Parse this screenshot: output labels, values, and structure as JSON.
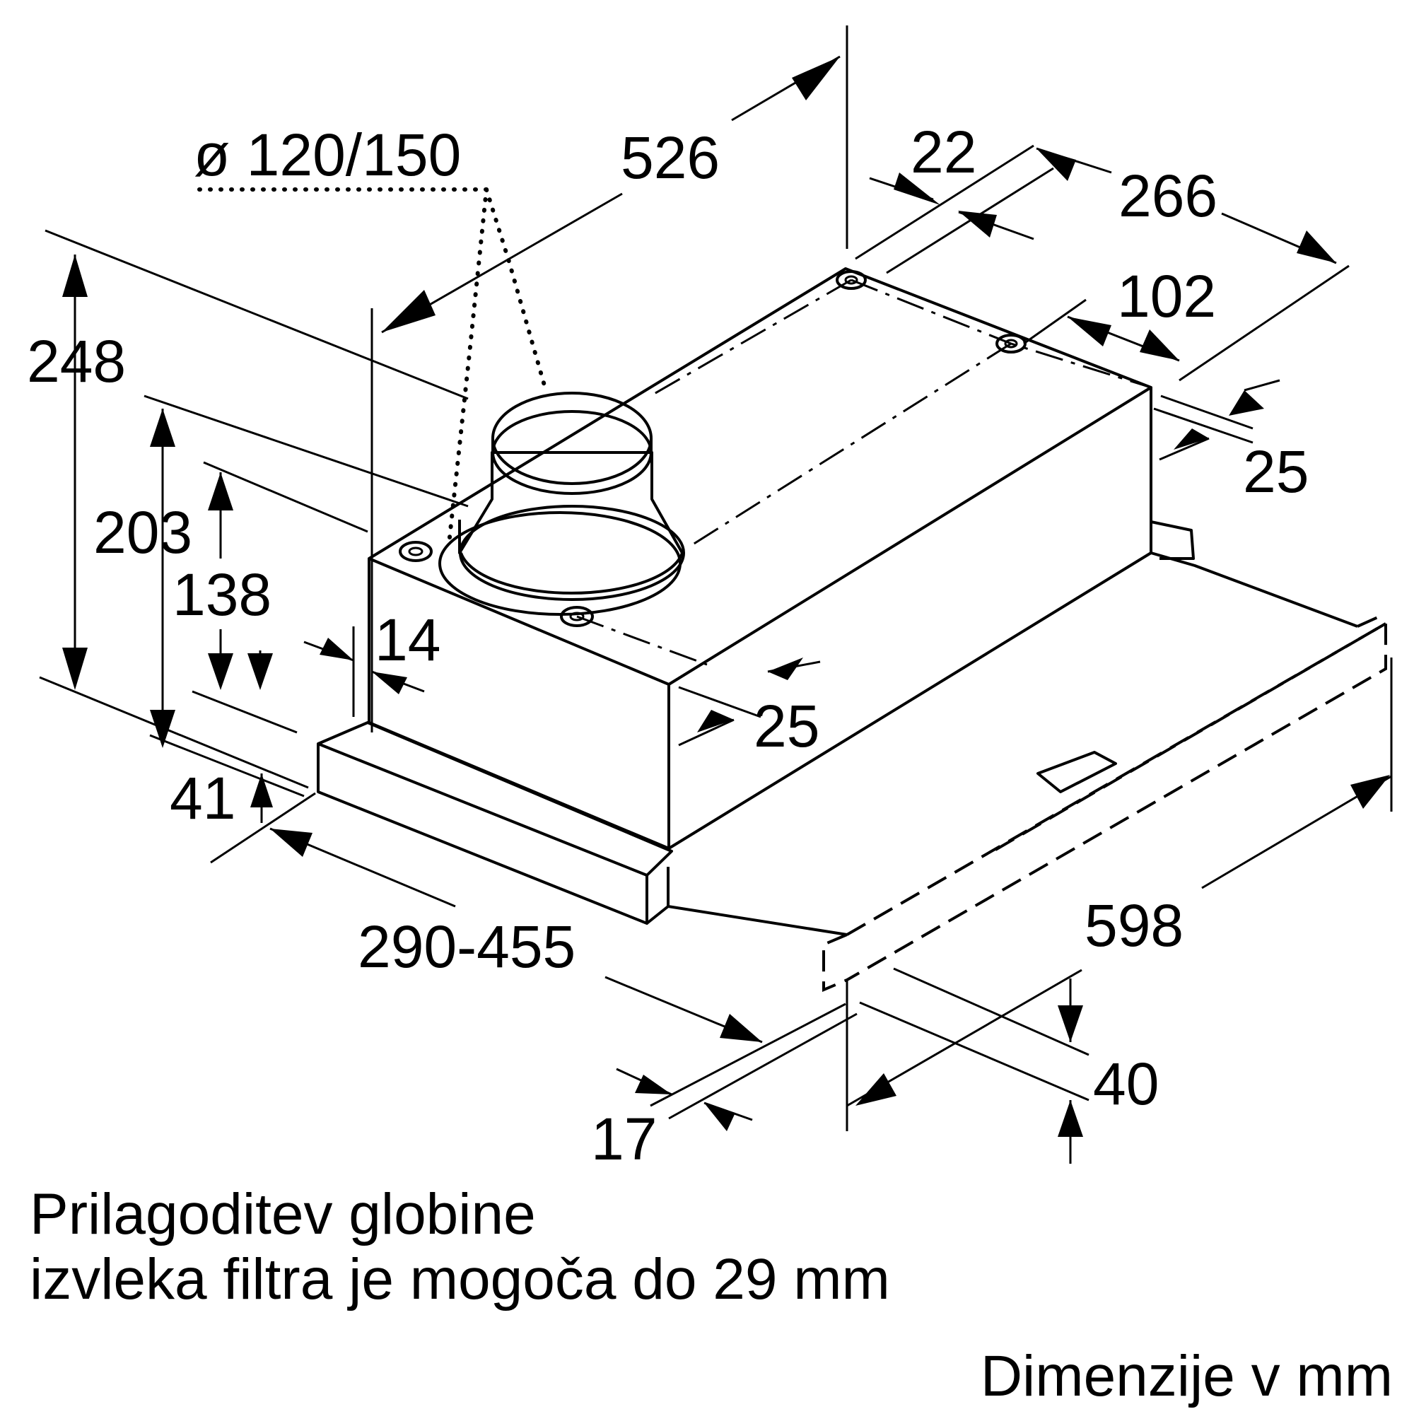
{
  "dimensions": {
    "d_duct": "ø 120/150",
    "d_526": "526",
    "d_22": "22",
    "d_266": "266",
    "d_102": "102",
    "d_25_right": "25",
    "d_248": "248",
    "d_203": "203",
    "d_138": "138",
    "d_14": "14",
    "d_25_front": "25",
    "d_41": "41",
    "d_290_455": "290-455",
    "d_598": "598",
    "d_40": "40",
    "d_17": "17"
  },
  "note": {
    "line1": "Prilagoditev globine",
    "line2": "izvleka filtra je mogoča do 29 mm"
  },
  "units": "Dimenzije v mm"
}
